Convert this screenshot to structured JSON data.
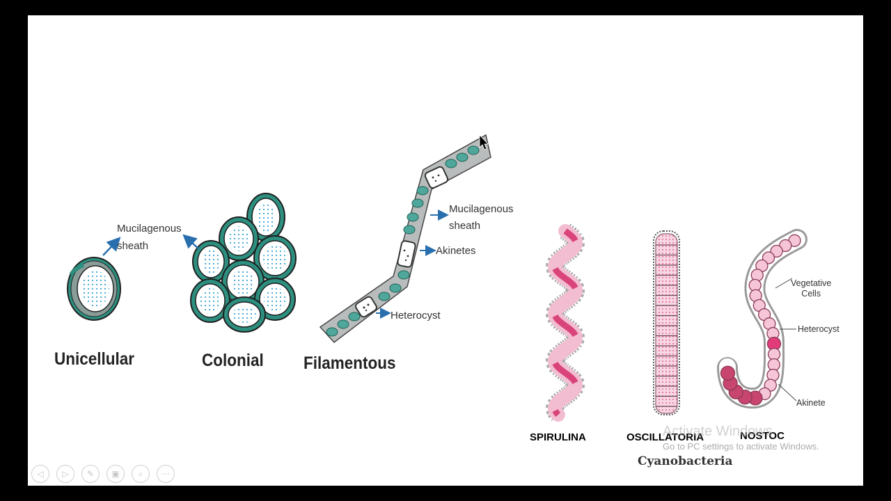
{
  "labels": {
    "muc_sheath_1": "Mucilagenous",
    "muc_sheath_1b": "sheath",
    "unicellular": "Unicellular",
    "colonial": "Colonial",
    "filamentous": "Filamentous",
    "muc_sheath_2": "Mucilagenous",
    "muc_sheath_2b": "sheath",
    "akinetes": "Akinetes",
    "heterocyst": "Heterocyst",
    "vegetative_1": "Vegetative",
    "vegetative_2": "Cells",
    "heterocyst_2": "Heterocyst",
    "akinete": "Akinete",
    "spirulina": "SPIRULINA",
    "oscillatoria": "OSCILLATORIA",
    "nostoc": "NOSTOC",
    "cyanobacteria": "Cyanobacteria"
  },
  "watermark": {
    "line1": "Activate Windows",
    "line2": "Go to PC settings to activate Windows."
  },
  "toolbar": {
    "buttons": [
      {
        "name": "previous-slide-icon",
        "glyph": "◁"
      },
      {
        "name": "next-slide-icon",
        "glyph": "▷"
      },
      {
        "name": "pen-icon",
        "glyph": "✎"
      },
      {
        "name": "slides-overview-icon",
        "glyph": "▣"
      },
      {
        "name": "zoom-icon",
        "glyph": "⌕"
      },
      {
        "name": "more-options-icon",
        "glyph": "⋯"
      }
    ]
  },
  "colors": {
    "teal": "#2d8f7f",
    "blue_dots": "#3aa4d8",
    "arrow_blue": "#2a6fad",
    "pink": "#d9457a",
    "light_pink": "#f6c6d8"
  }
}
